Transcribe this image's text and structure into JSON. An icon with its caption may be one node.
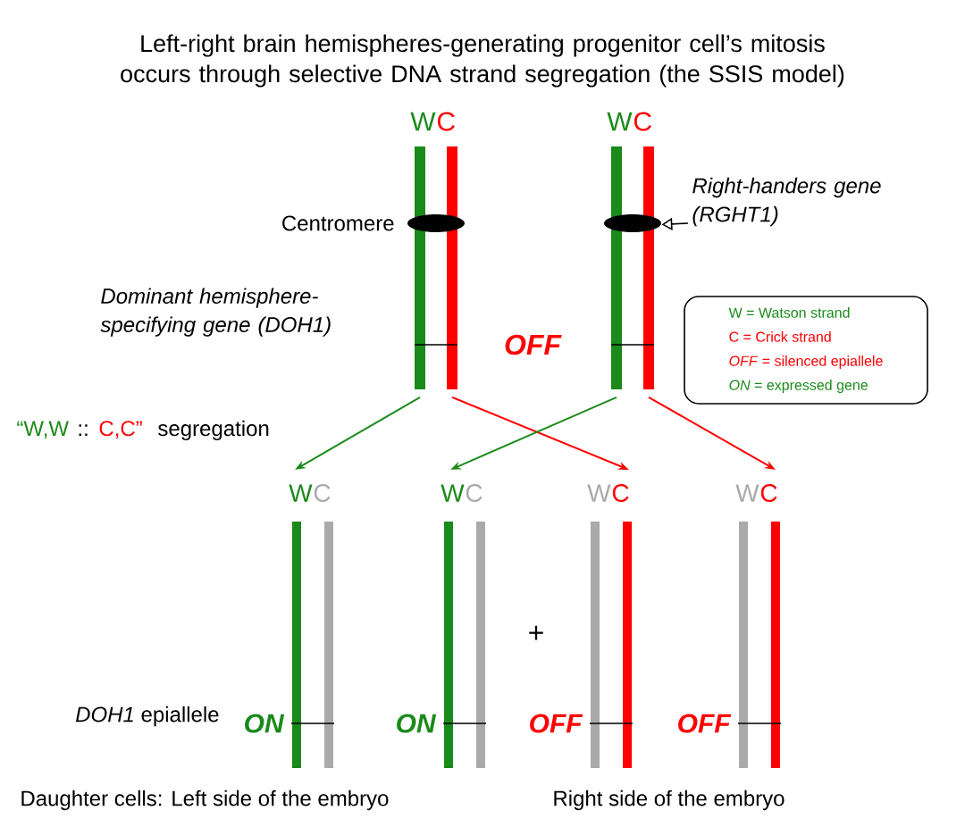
{
  "diagram": {
    "title": "Left-right brain hemispheres-generating progenitor cell’s mitosis occurs through selective DNA strand segregation (the SSIS model)",
    "nodes": [
      {
        "text": [
          "W",
          "C"
        ]
      },
      {
        "text": [
          "W",
          "C"
        ]
      },
      {
        "text": [
          "W",
          "C"
        ],
        "beside": [
          "ON"
        ]
      },
      {
        "text": [
          "W",
          "C"
        ],
        "beside": [
          "ON"
        ]
      },
      {
        "text": [
          "W",
          "C"
        ],
        "beside": [
          "OFF"
        ]
      },
      {
        "text": [
          "W",
          "C"
        ],
        "beside": [
          "OFF"
        ]
      },
      {
        "text": [
          "*Right-handers gene* (*RGHT1*)"
        ]
      },
      {
        "text": [
          "W = Watson strand",
          "C = Crick strand",
          "*OFF* =  silenced epiallele",
          "*ON* =  expressed gene"
        ]
      }
    ],
    "edges": [
      {
        "from": 0,
        "to": 2,
        "arrow": "to",
        "color": "#1a8a1a"
      },
      {
        "from": 0,
        "to": 4,
        "arrow": "to",
        "color": "#ff0000"
      },
      {
        "from": 1,
        "to": 3,
        "arrow": "to",
        "color": "#1a8a1a"
      },
      {
        "from": 1,
        "to": 5,
        "arrow": "to",
        "color": "#ff0000"
      },
      {
        "from": 6,
        "to": 1,
        "arrow": "to",
        "color": "#000000"
      }
    ],
    "labels": [
      "Centromere",
      "*Dominant hemisphere-specifying gene* (*DOH1*)",
      "OFF",
      "“W,W",
      "::",
      "C,C”",
      "segregation",
      "+",
      "*DOH1* epiallele",
      "Daughter cells: Left side of the embryo",
      "Right side of the embryo"
    ]
  }
}
